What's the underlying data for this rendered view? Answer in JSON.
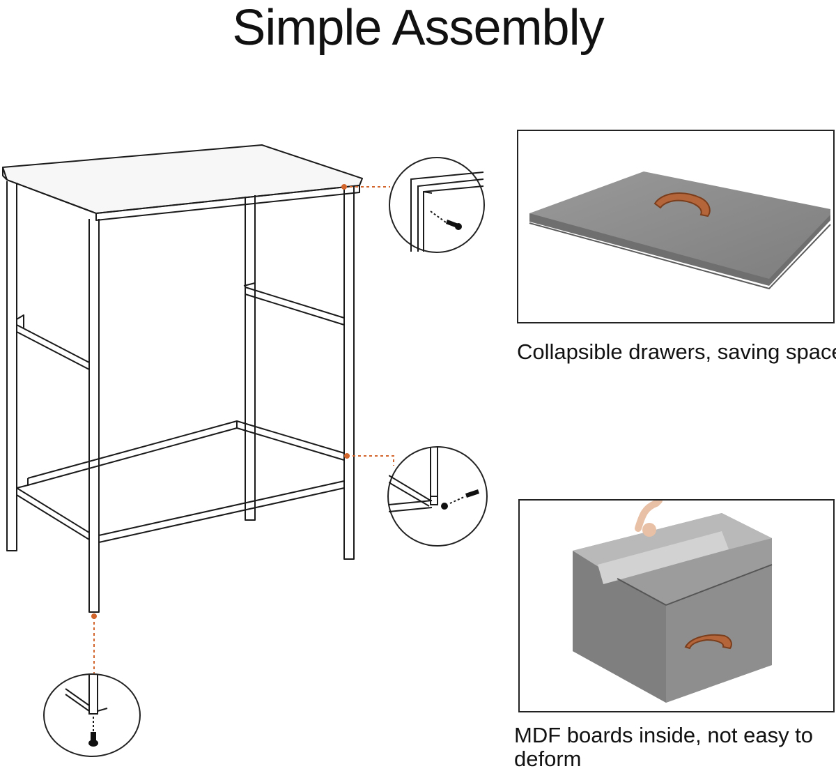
{
  "header": {
    "title": "Simple Assembly"
  },
  "feature_1": {
    "caption": "Collapsible drawers, saving space",
    "image": "folded-fabric-drawer-with-wooden-handle"
  },
  "feature_2": {
    "caption": "MDF boards inside, not easy to deform",
    "image": "open-fabric-drawer-with-divider-and-hand"
  },
  "detail_callouts": [
    {
      "name": "top-corner-screw-detail"
    },
    {
      "name": "foot-bar-screw-detail"
    },
    {
      "name": "leg-foot-screw-detail"
    }
  ],
  "colors": {
    "fabric_gray": "#8a8a8a",
    "handle_wood": "#b5653a",
    "leader_line": "#d2652b",
    "frame_line": "#1a1a1a"
  }
}
